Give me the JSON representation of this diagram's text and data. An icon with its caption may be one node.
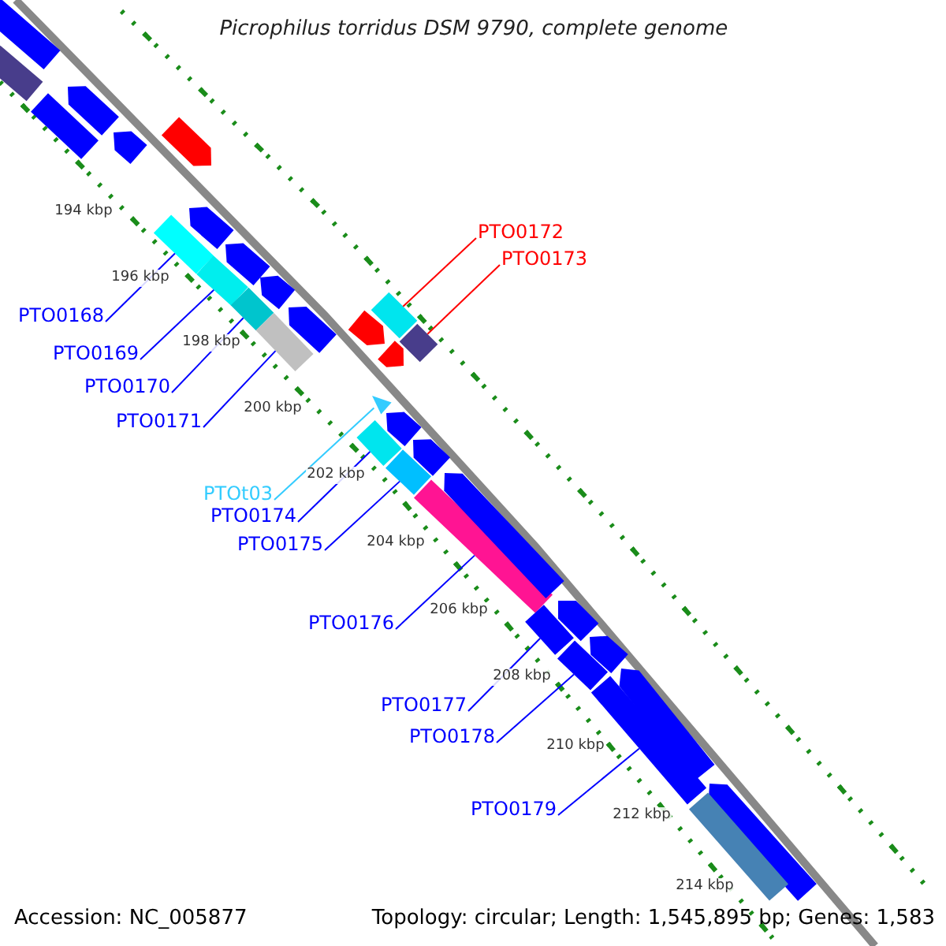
{
  "diagram": {
    "title": "Picrophilus torridus DSM 9790, complete genome",
    "nodes": [
      {
        "text": [
          "PTO0172"
        ]
      },
      {
        "text": [
          "PTO0173"
        ]
      },
      {
        "text": [
          "PTO0168"
        ]
      },
      {
        "text": [
          "PTO0169"
        ]
      },
      {
        "text": [
          "PTO0170"
        ]
      },
      {
        "text": [
          "PTO0171"
        ]
      },
      {
        "text": [
          "PTOt03"
        ]
      },
      {
        "text": [
          "PTO0174"
        ]
      },
      {
        "text": [
          "PTO0175"
        ]
      },
      {
        "text": [
          "PTO0176"
        ]
      },
      {
        "text": [
          "PTO0177"
        ]
      },
      {
        "text": [
          "PTO0178"
        ]
      },
      {
        "text": [
          "PTO0179"
        ]
      },
      {
        "text": [],
        "shape": "arrow"
      },
      {
        "text": [],
        "shape": "arrow"
      },
      {
        "text": [],
        "shape": "arrow"
      },
      {
        "text": [],
        "shape": "arrow"
      },
      {
        "text": [],
        "shape": "arrow"
      },
      {
        "text": [],
        "shape": "arrow"
      },
      {
        "text": [],
        "shape": "arrow"
      },
      {
        "text": [],
        "shape": "arrow"
      },
      {
        "text": [],
        "shape": "arrow"
      },
      {
        "text": [],
        "shape": "arrow"
      },
      {
        "text": [],
        "shape": "arrow"
      },
      {
        "text": [],
        "shape": "arrow"
      },
      {
        "text": [],
        "shape": "arrow"
      },
      {
        "text": [],
        "shape": "arrow"
      },
      {
        "text": [],
        "shape": "arrow"
      },
      {
        "text": [],
        "shape": "arrow"
      },
      {
        "text": [],
        "shape": "arrow"
      },
      {
        "text": [],
        "shape": "arrow"
      },
      {
        "text": [],
        "shape": "arrow"
      },
      {
        "text": [],
        "shape": "arrow"
      },
      {
        "text": [],
        "shape": "arrow"
      },
      {
        "text": [],
        "shape": "arrow"
      },
      {
        "text": [],
        "shape": "arrow"
      },
      {
        "text": [],
        "shape": "arrow"
      },
      {
        "text": [],
        "shape": "arrow"
      },
      {
        "text": [],
        "shape": "arrow"
      },
      {
        "text": [],
        "shape": "arrow"
      },
      {
        "text": [],
        "shape": "arrow"
      },
      {
        "text": [],
        "shape": "arrow"
      },
      {
        "text": [],
        "shape": "arrow"
      },
      {
        "text": [],
        "shape": "arrow"
      },
      {
        "text": [],
        "shape": "arrow"
      },
      {
        "text": [],
        "shape": "arrow"
      }
    ],
    "edges": [
      {
        "from": 0,
        "to": 13,
        "arrow": "none",
        "color": "#ff0000"
      },
      {
        "from": 1,
        "to": 14,
        "arrow": "none",
        "color": "#ff0000"
      },
      {
        "from": 2,
        "to": 15,
        "arrow": "none"
      },
      {
        "from": 3,
        "to": 16,
        "arrow": "none"
      },
      {
        "from": 4,
        "to": 17,
        "arrow": "none"
      },
      {
        "from": 5,
        "to": 18,
        "arrow": "none"
      },
      {
        "from": 6,
        "to": 19,
        "arrow": "none",
        "color": "#33ccff"
      },
      {
        "from": 7,
        "to": 20,
        "arrow": "none"
      },
      {
        "from": 8,
        "to": 21,
        "arrow": "none"
      },
      {
        "from": 9,
        "to": 22,
        "arrow": "none"
      },
      {
        "from": 10,
        "to": 23,
        "arrow": "none"
      },
      {
        "from": 11,
        "to": 24,
        "arrow": "none"
      },
      {
        "from": 12,
        "to": 25,
        "arrow": "none"
      }
    ],
    "labels": [
      "194 kbp",
      "196 kbp",
      "198 kbp",
      "200 kbp",
      "202 kbp",
      "204 kbp",
      "206 kbp",
      "208 kbp",
      "210 kbp",
      "212 kbp",
      "214 kbp",
      "Accession: NC_005877",
      "Topology: circular; Length: 1,545,895 bp; Genes: 1,583"
    ]
  }
}
